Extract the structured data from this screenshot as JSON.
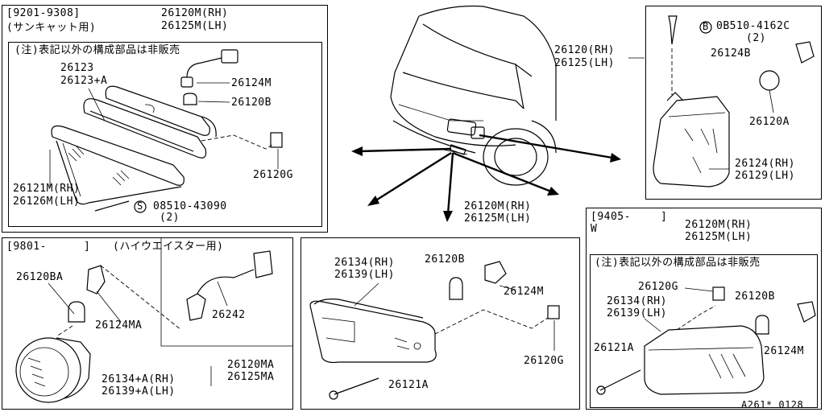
{
  "panels": {
    "top_left": {
      "date_code": "[9201-9308]",
      "variant": "(サンキャット用)",
      "part_rh": "26120M(RH)",
      "part_lh": "26125M(LH)",
      "note": "(注)表記以外の構成部品は非販売",
      "labels": {
        "p26123": "26123",
        "p26123a": "26123+A",
        "p26124m": "26124M",
        "p26120b": "26120B",
        "p26120g": "26120G",
        "p26121m": "26121M(RH)",
        "p26126m": "26126M(LH)",
        "screw_code": "08510-43090",
        "screw_qty": "(2)",
        "screw_mark": "S"
      }
    },
    "bottom_left": {
      "date_code": "[9801-",
      "date_close": "]",
      "variant": "(ハイウエイスター用)",
      "labels": {
        "p26120ba": "26120BA",
        "p26124ma": "26124MA",
        "p26242": "26242",
        "p26120ma": "26120MA",
        "p26125ma": "26125MA",
        "p26134a": "26134+A(RH)",
        "p26139a": "26139+A(LH)"
      }
    },
    "center_bottom": {
      "part_rh": "26120M(RH)",
      "part_lh": "26125M(LH)",
      "labels": {
        "p26134": "26134(RH)",
        "p26139": "26139(LH)",
        "p26120b": "26120B",
        "p26124m": "26124M",
        "p26120g": "26120G",
        "p26121a": "26121A"
      }
    },
    "top_right": {
      "part_rh": "26120(RH)",
      "part_lh": "26125(LH)",
      "labels": {
        "bolt_mark": "B",
        "bolt_code": "0B510-4162C",
        "bolt_qty": "(2)",
        "p26124b": "26124B",
        "p26120a": "26120A",
        "p26124": "26124(RH)",
        "p26129": "26129(LH)"
      }
    },
    "bottom_right": {
      "date_code": "[9405-",
      "date_close": "]",
      "variant_code": "W",
      "part_rh": "26120M(RH)",
      "part_lh": "26125M(LH)",
      "note": "(注)表記以外の構成部品は非販売",
      "labels": {
        "p26120g": "26120G",
        "p26120b": "26120B",
        "p26134": "26134(RH)",
        "p26139": "26139(LH)",
        "p26121a": "26121A",
        "p26124m": "26124M"
      }
    }
  },
  "footer": {
    "diagram_code": "A261* 0128"
  }
}
